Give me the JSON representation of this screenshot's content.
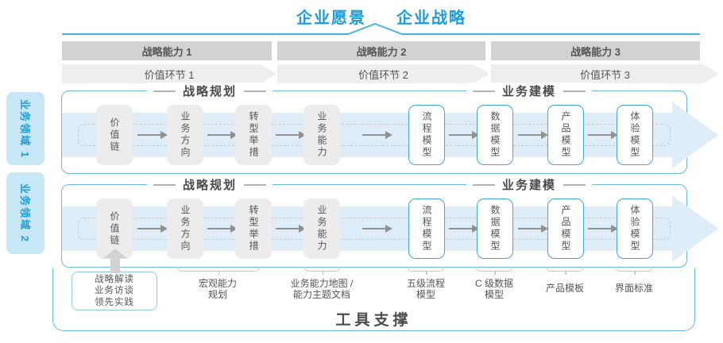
{
  "title": {
    "vision": "企业愿景",
    "strategy": "企业战略"
  },
  "capability_bars": [
    "战略能力 1",
    "战略能力 2",
    "战略能力 3"
  ],
  "value_bars": [
    "价值环节 1",
    "价值环节 2",
    "价值环节 3"
  ],
  "domains": [
    "业务领域 1",
    "业务领域 2"
  ],
  "row": {
    "planning_header": "战略规划",
    "modeling_header": "业务建模",
    "gray_boxes": [
      "价值链",
      "业务方向",
      "转型举措",
      "业务能力"
    ],
    "blue_boxes": [
      "流程模型",
      "数据模型",
      "产品模型",
      "体验模型"
    ]
  },
  "annotations": {
    "insight": [
      "战略解读",
      "业务访谈",
      "领先实践"
    ],
    "macro_capability": [
      "宏观能力",
      "规划"
    ],
    "capability_map": [
      "业务能力地图 /",
      "能力主题文档"
    ],
    "process_model": [
      "五级流程",
      "模型"
    ],
    "data_model": [
      "C 级数据",
      "模型"
    ],
    "product_template": "产品模板",
    "ui_standard": "界面标准"
  },
  "footer": {
    "tool_support": "工具支撑"
  },
  "colors": {
    "accent": "#1e9cd7",
    "accent-border": "#3fa8d6",
    "line": "#66b8dc",
    "band": "#deedf8",
    "bar-dark": "#d2d2d2",
    "bar-light": "#eeeeee",
    "box-gray": "#ececec",
    "domain-bg": "#c7e7f6"
  }
}
